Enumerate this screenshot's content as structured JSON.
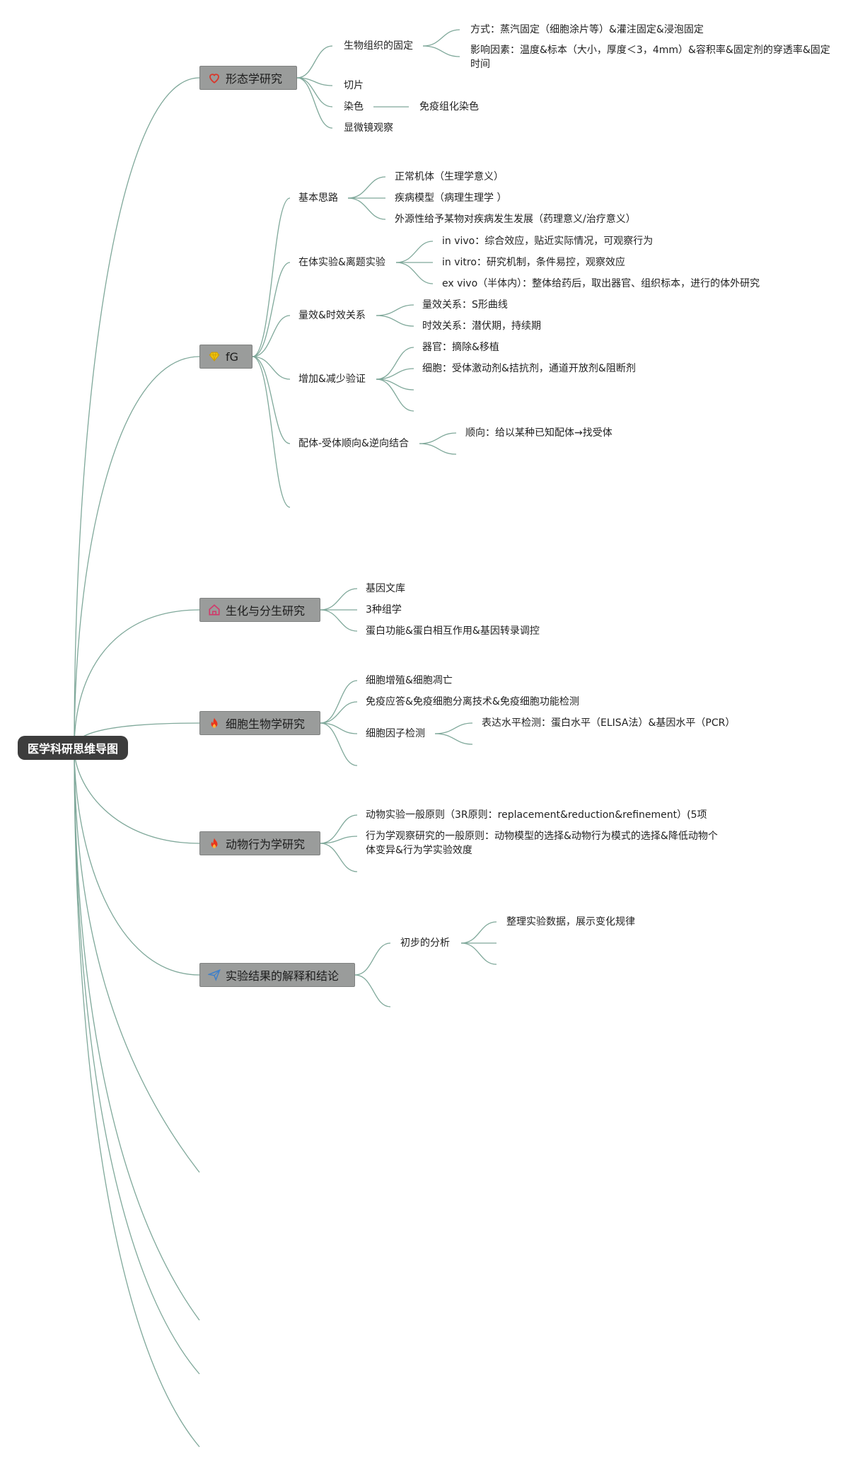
{
  "root": "医学科研思维导图",
  "colors": {
    "link": "#7fa89a",
    "root_bg": "#3d3d3d",
    "main_bg": "#9a9c9b"
  },
  "b1": {
    "label": "形态学研究",
    "icon": "heart-icon",
    "fix": "生物组织的固定",
    "fix_a": "方式：蒸汽固定（细胞涂片等）&灌注固定&浸泡固定",
    "fix_b": "影响因素：温度&标本（大小，厚度＜3，4mm）&容积率&固定剂的穿透率&固定时间",
    "cut": "切片",
    "stain": "染色",
    "stain_a": "免疫组化染色",
    "micro": "显微镜观察"
  },
  "b2": {
    "label": "fG",
    "icon": "gem-icon",
    "idea": "基本思路",
    "idea_a": "正常机体（生理学意义）",
    "idea_b": "疾病模型（病理生理学 ）",
    "idea_c": "外源性给予某物对疾病发生发展（药理意义/治疗意义）",
    "vivo": "在体实验&离题实验",
    "vivo_a": "in vivo：综合效应，贴近实际情况，可观察行为",
    "vivo_b": "in vitro：研究机制，条件易控，观察效应",
    "vivo_c": "ex vivo（半体内）：整体给药后，取出器官、组织标本，进行的体外研究",
    "dose": "量效&时效关系",
    "dose_a": "量效关系：S形曲线",
    "dose_b": "时效关系：潜伏期，持续期",
    "verify": "增加&减少验证",
    "verify_a": "器官：摘除&移植",
    "verify_b": "细胞：受体激动剂&拮抗剂，通道开放剂&阻断剂",
    "ligand": "配体-受体顺向&逆向结合",
    "ligand_a": "顺向：给以某种已知配体→找受体"
  },
  "b3": {
    "label": "生化与分生研究",
    "icon": "house-icon",
    "a": "基因文库",
    "b": "3种组学",
    "c": "蛋白功能&蛋白相互作用&基因转录调控"
  },
  "b4": {
    "label": "细胞生物学研究",
    "icon": "fire-icon",
    "a": "细胞增殖&细胞凋亡",
    "b": "免疫应答&免疫细胞分离技术&免疫细胞功能检测",
    "c": "细胞因子检测",
    "c_a": "表达水平检测：蛋白水平（ELISA法）&基因水平（PCR）"
  },
  "b5": {
    "label": "动物行为学研究",
    "icon": "fire-icon",
    "a": "动物实验一般原则（3R原则：replacement&reduction&refinement）(5项",
    "b": "行为学观察研究的一般原则：动物模型的选择&动物行为模式的选择&降低动物个体变异&行为学实验效度"
  },
  "b6": {
    "label": "实验结果的解释和结论",
    "icon": "paper-plane-icon",
    "a": "初步的分析",
    "a_a": "整理实验数据，展示变化规律"
  }
}
